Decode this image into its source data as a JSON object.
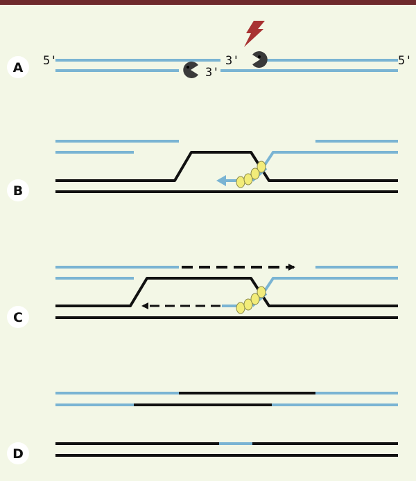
{
  "colors": {
    "background": "#f3f7e6",
    "top_bar": "#6e2a2c",
    "dna_blue": "#7ab4d3",
    "dna_black": "#111111",
    "protein_yellow": "#f2ec7a",
    "lightning": "#a83232",
    "nuclease": "#3a3a3a"
  },
  "panels": {
    "a": {
      "label": "A",
      "top_left_end": "5'",
      "top_break_end": "3'",
      "bottom_break_end": "3'",
      "top_right_end": "5'",
      "icons": [
        "lightning-icon",
        "nuclease-icon",
        "nuclease-icon"
      ]
    },
    "b": {
      "label": "B",
      "icons": [
        "recombinase-filament-icon",
        "arrow-left-icon"
      ]
    },
    "c": {
      "label": "C",
      "icons": [
        "recombinase-filament-icon",
        "dashed-arrow-right-icon",
        "dashed-arrow-left-icon"
      ]
    },
    "d": {
      "label": "D"
    }
  }
}
